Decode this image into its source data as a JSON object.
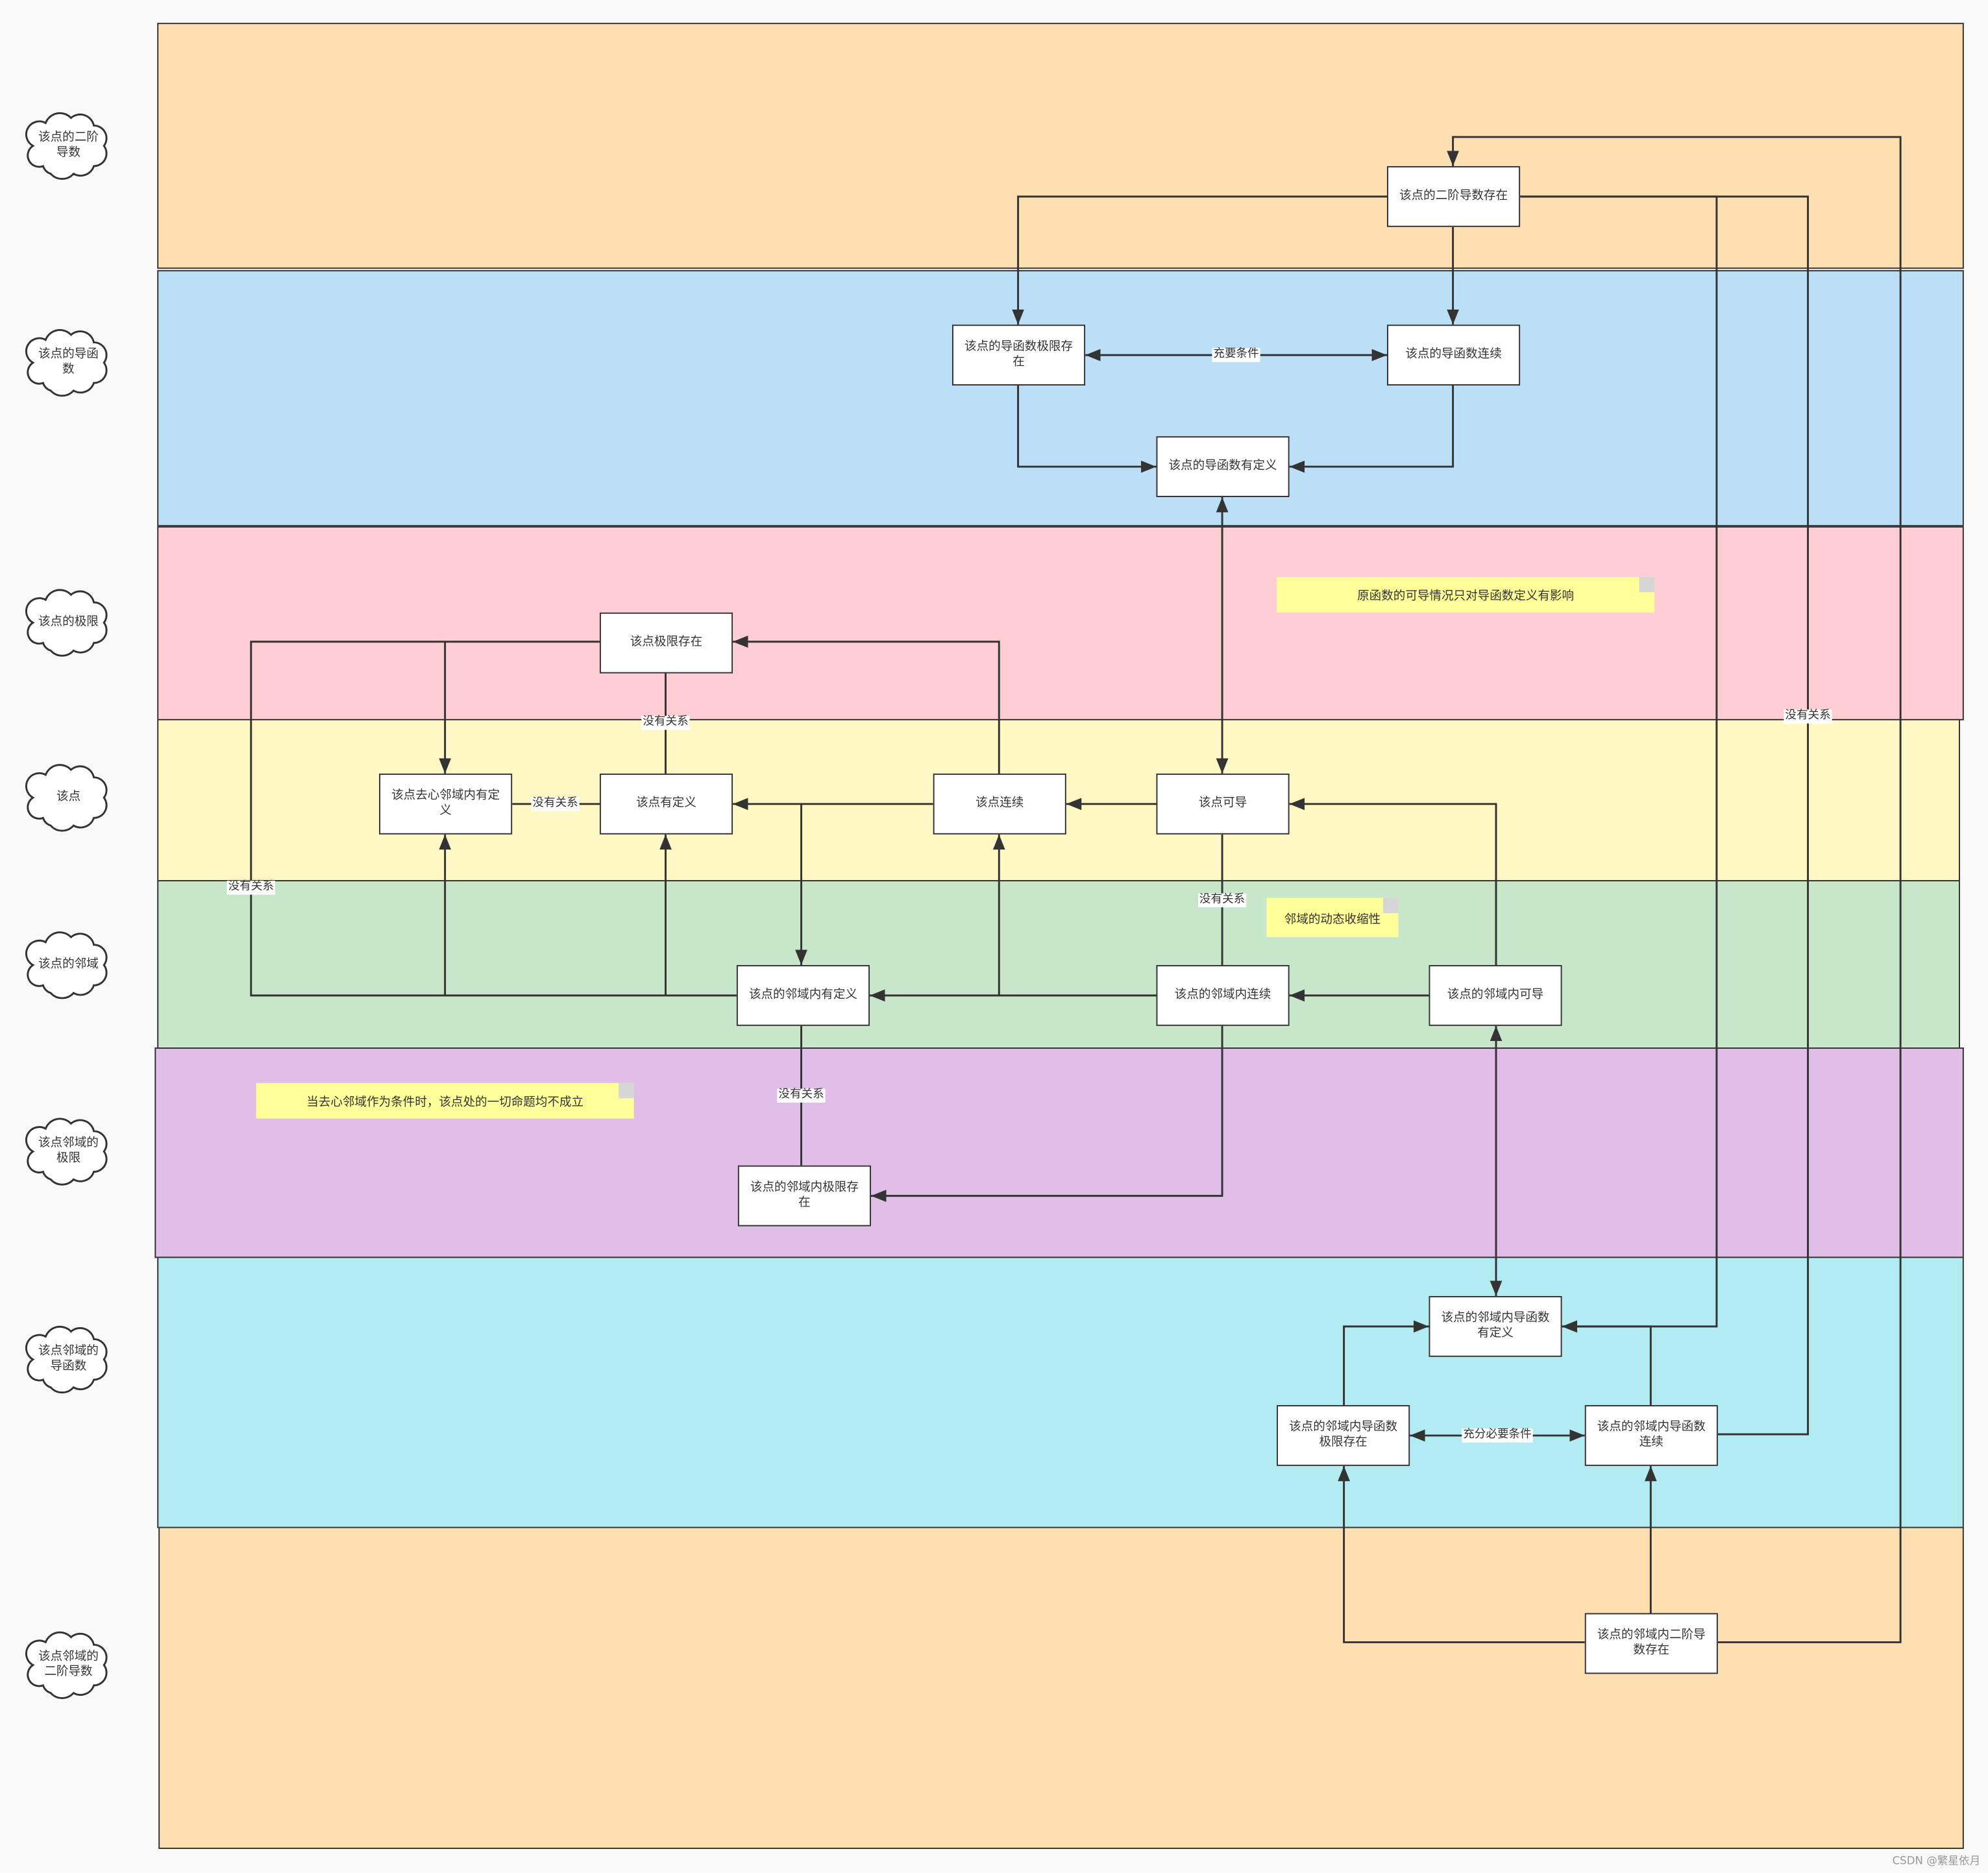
{
  "lanes": [
    {
      "label": "该点的二阶导数",
      "color": "#fedfb1"
    },
    {
      "label": "该点的导函数",
      "color": "#bcdff8"
    },
    {
      "label": "该点的极限",
      "color": "#ffced4"
    },
    {
      "label": "该点",
      "color": "#fff8c4"
    },
    {
      "label": "该点的邻域",
      "color": "#c8e6c9"
    },
    {
      "label": "该点邻域的极限",
      "color": "#e1bee7"
    },
    {
      "label": "该点邻域的导函数",
      "color": "#b2ebf2"
    },
    {
      "label": "该点邻域的二阶导数",
      "color": "#fedfb1"
    }
  ],
  "nodes": {
    "second_deriv": "该点的二阶导数存在",
    "deriv_limit": "该点的导函数极限存在",
    "deriv_cont": "该点的导函数连续",
    "deriv_defined": "该点的导函数有定义",
    "limit_exists": "该点极限存在",
    "punctured_defined": "该点去心邻域内有定义",
    "point_defined": "该点有定义",
    "point_cont": "该点连续",
    "point_diff": "该点可导",
    "nbhd_defined": "该点的邻域内有定义",
    "nbhd_cont": "该点的邻域内连续",
    "nbhd_diff": "该点的邻域内可导",
    "nbhd_limit": "该点的邻域内极限存在",
    "nbhd_deriv_defined": "该点的邻域内导函数有定义",
    "nbhd_deriv_limit": "该点的邻域内导函数极限存在",
    "nbhd_deriv_cont": "该点的邻域内导函数连续",
    "nbhd_second_deriv": "该点的邻域内二阶导数存在"
  },
  "edge_labels": {
    "iff": "充要条件",
    "nbhd_iff": "充分必要条件",
    "no_relation": "没有关系"
  },
  "notes": {
    "note1": "原函数的可导情况只对导函数定义有影响",
    "note2": "邻域的动态收缩性",
    "note3": "当去心邻域作为条件时，该点处的一切命题均不成立"
  },
  "watermark": "CSDN @繁星依月"
}
